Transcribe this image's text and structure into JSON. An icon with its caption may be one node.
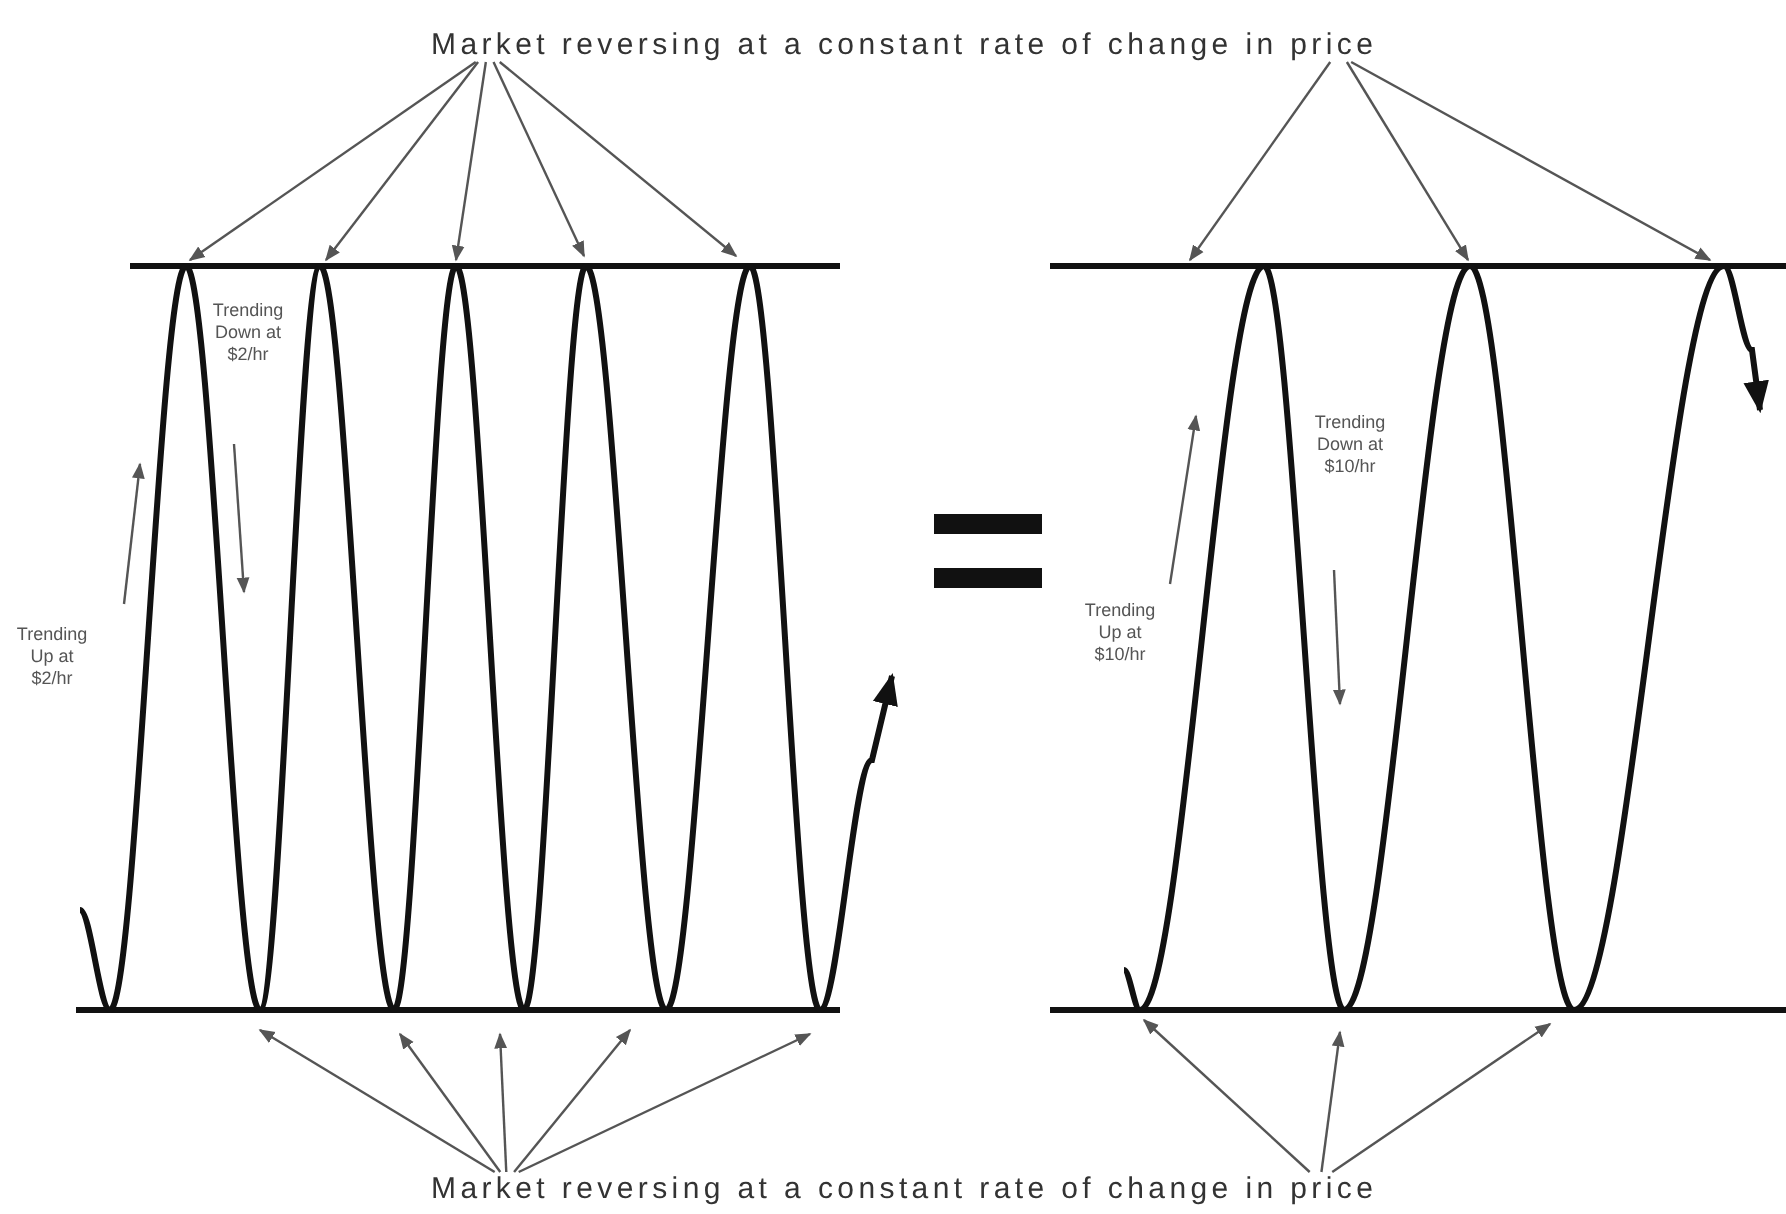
{
  "diagram": {
    "nodes": [
      {
        "text": [
          "Market reversing at a constant rate of change in price"
        ]
      },
      {
        "text": [
          "Market reversing at a constant rate of change in price"
        ]
      }
    ],
    "edges": [
      {
        "from": 0,
        "to": null,
        "arrow": "to"
      },
      {
        "from": 0,
        "to": null,
        "arrow": "to"
      },
      {
        "from": 0,
        "to": null,
        "arrow": "to"
      },
      {
        "from": 0,
        "to": null,
        "arrow": "to"
      },
      {
        "from": 0,
        "to": null,
        "arrow": "to"
      },
      {
        "from": 0,
        "to": null,
        "arrow": "to"
      },
      {
        "from": 0,
        "to": null,
        "arrow": "to"
      },
      {
        "from": 0,
        "to": null,
        "arrow": "to"
      },
      {
        "from": 1,
        "to": null,
        "arrow": "to"
      },
      {
        "from": 1,
        "to": null,
        "arrow": "to"
      },
      {
        "from": 1,
        "to": null,
        "arrow": "to"
      },
      {
        "from": 1,
        "to": null,
        "arrow": "to"
      },
      {
        "from": 1,
        "to": null,
        "arrow": "to"
      },
      {
        "from": 1,
        "to": null,
        "arrow": "to"
      },
      {
        "from": 1,
        "to": null,
        "arrow": "to"
      },
      {
        "from": 1,
        "to": null,
        "arrow": "to"
      }
    ],
    "labels": [
      "Trending Down at $2/hr",
      "Trending Up at $2/hr",
      "Trending Up at $10/hr",
      "Trending Down at $10/hr"
    ]
  }
}
